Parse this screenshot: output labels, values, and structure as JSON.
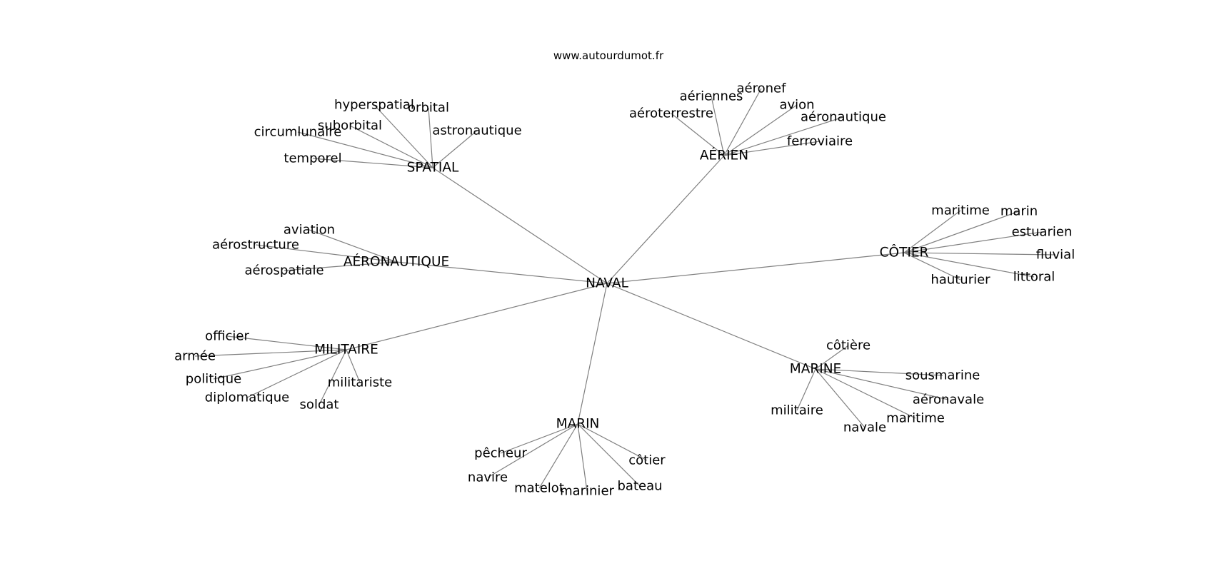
{
  "site": "www.autourdumot.fr",
  "center": "NAVAL",
  "hubs": [
    {
      "id": "spatial",
      "label": "SPATIAL",
      "leaves": [
        "hyperspatial",
        "orbital",
        "suborbital",
        "astronautique",
        "circumlunaire",
        "temporel"
      ]
    },
    {
      "id": "aerien",
      "label": "AÉRIEN",
      "leaves": [
        "aéronef",
        "aériennes",
        "avion",
        "aéroterrestre",
        "aéronautique",
        "ferroviaire"
      ]
    },
    {
      "id": "cotier",
      "label": "CÔTIER",
      "leaves": [
        "maritime",
        "marin",
        "estuarien",
        "fluvial",
        "hauturier",
        "littoral"
      ]
    },
    {
      "id": "aeronautique",
      "label": "AÉRONAUTIQUE",
      "leaves": [
        "aviation",
        "aérostructure",
        "aérospatiale"
      ]
    },
    {
      "id": "militaire",
      "label": "MILITAIRE",
      "leaves": [
        "officier",
        "armée",
        "politique",
        "militariste",
        "diplomatique",
        "soldat"
      ]
    },
    {
      "id": "marine",
      "label": "MARINE",
      "leaves": [
        "côtière",
        "sousmarine",
        "aéronavale",
        "militaire",
        "maritime",
        "navale"
      ]
    },
    {
      "id": "marin",
      "label": "MARIN",
      "leaves": [
        "pêcheur",
        "côtier",
        "navire",
        "bateau",
        "matelot",
        "marinier"
      ]
    }
  ],
  "colors": {
    "edge": "#808080",
    "text": "#000000",
    "background": "#ffffff"
  }
}
